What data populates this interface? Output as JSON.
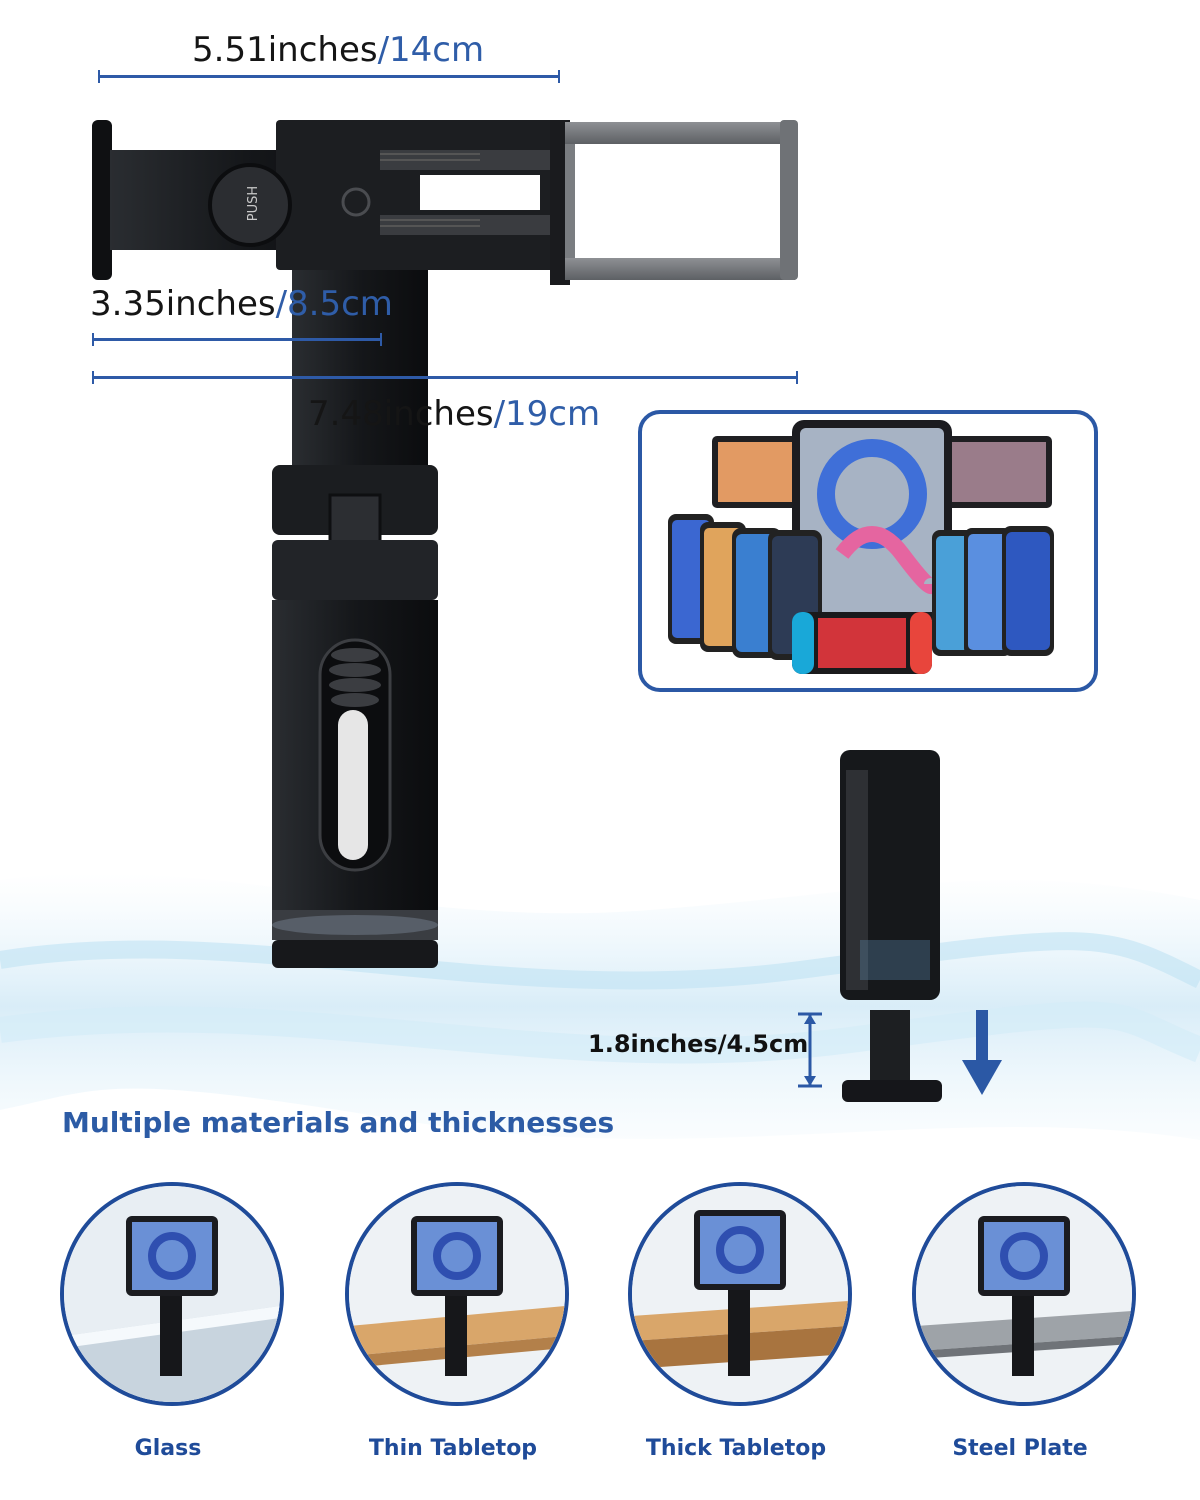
{
  "dimensions": {
    "top_width": {
      "inches": "5.51inches",
      "cm": "/14cm"
    },
    "clamp_width": {
      "inches": "3.35inches",
      "cm": "/8.5cm"
    },
    "max_width": {
      "inches": "7.48inches",
      "cm": "/19cm"
    },
    "clamp_depth": "1.8inches/4.5cm"
  },
  "holder": {
    "push_label": "PUSH"
  },
  "materials": {
    "title": "Multiple materials and thicknesses",
    "items": [
      {
        "label": "Glass",
        "surface": "glass"
      },
      {
        "label": "Thin Tabletop",
        "surface": "thin-wood"
      },
      {
        "label": "Thick Tabletop",
        "surface": "thick-wood"
      },
      {
        "label": "Steel Plate",
        "surface": "steel"
      }
    ]
  },
  "colors": {
    "accent": "#2f5da8",
    "dimension_line": "#2e5aa7",
    "panel_border": "#2b58a5",
    "heading": "#2c5ba5",
    "ring": "#1f4b99",
    "label": "#1f4b99"
  }
}
